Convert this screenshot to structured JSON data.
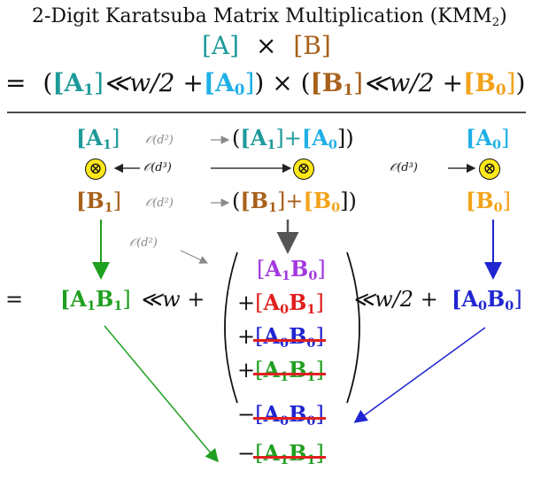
{
  "title": "2-Digit Karatsuba Matrix Multiplication (KMM",
  "title_sub": "2",
  "title_end": ")",
  "top": {
    "A": "[A]",
    "times": "×",
    "B": "[B]",
    "eq": "=",
    "lpar": "(",
    "A1": "[A",
    "A1sub": "1",
    "close": "]",
    "shift": "≪w/2 +",
    "A0": "[A",
    "A0sub": "0",
    "mid": ") × (",
    "B1": "[B",
    "B1sub": "1",
    "B0": "[B",
    "B0sub": "0",
    "rpar": ")"
  },
  "grid": {
    "A1": "[A",
    "A1sub": "1",
    "B1": "[B",
    "B1sub": "1",
    "A0": "[A",
    "A0sub": "0",
    "B0": "[B",
    "B0sub": "0",
    "o_d2": "𝒪(d²)",
    "o_d3": "𝒪(d³)",
    "sumA_l": "(",
    "sumA_A1": "[A",
    "sumA_A1sub": "1",
    "sumA_plus": "]+",
    "sumA_A0": "[A",
    "sumA_A0sub": "0",
    "sumA_r": "])",
    "sumB_l": "(",
    "sumB_B1": "[B",
    "sumB_B1sub": "1",
    "sumB_plus": "]+",
    "sumB_B0": "[B",
    "sumB_B0sub": "0",
    "sumB_r": "])",
    "mult_symbol": "⊗",
    "arrow_left": "←",
    "arrow_right": "→"
  },
  "result": {
    "eq": "=",
    "A1B1": "[A",
    "A1B1_sub1": "1",
    "A1B1_B": "B",
    "A1B1_sub2": "1",
    "close": "]",
    "shift_w": "≪w +",
    "shift_w2": "≪w/2 +",
    "A0B0": "[A",
    "A0B0_sub1": "0",
    "A0B0_B": "B",
    "A0B0_sub2": "0",
    "terms": [
      {
        "sign": "",
        "A": "A",
        "a": "1",
        "B": "B",
        "b": "0",
        "color": "purple",
        "struck": false
      },
      {
        "sign": "+",
        "A": "A",
        "a": "0",
        "B": "B",
        "b": "1",
        "color": "red",
        "struck": false
      },
      {
        "sign": "+",
        "A": "A",
        "a": "0",
        "B": "B",
        "b": "0",
        "color": "blue",
        "struck": true
      },
      {
        "sign": "+",
        "A": "A",
        "a": "1",
        "B": "B",
        "b": "1",
        "color": "green",
        "struck": true
      },
      {
        "sign": "−",
        "A": "A",
        "a": "0",
        "B": "B",
        "b": "0",
        "color": "blue",
        "struck": true
      },
      {
        "sign": "−",
        "A": "A",
        "a": "1",
        "B": "B",
        "b": "1",
        "color": "green",
        "struck": true
      }
    ]
  }
}
